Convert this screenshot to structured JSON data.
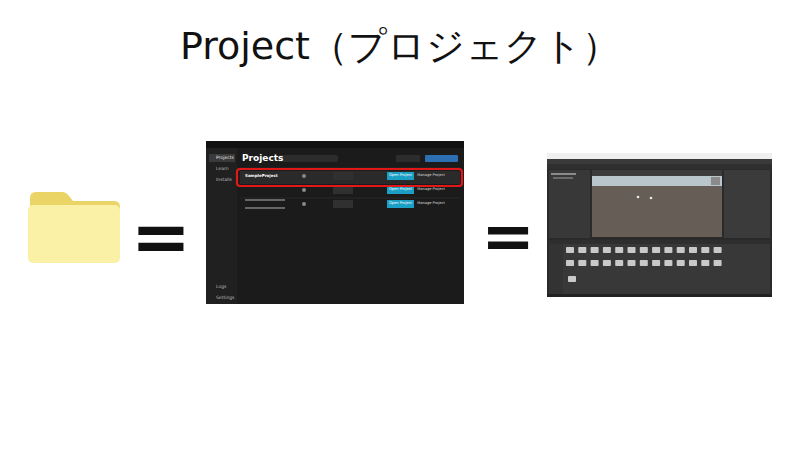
{
  "diagram": {
    "title": "Project（プロジェクト）",
    "labels": [
      "=",
      "=",
      "Projects",
      "Learn",
      "Installs",
      "Logs",
      "Settings",
      "Projects",
      "SampleProject",
      "Open Project",
      "Manage Project",
      "Open Project",
      "Manage Project",
      "Open Project",
      "Manage Project"
    ]
  }
}
